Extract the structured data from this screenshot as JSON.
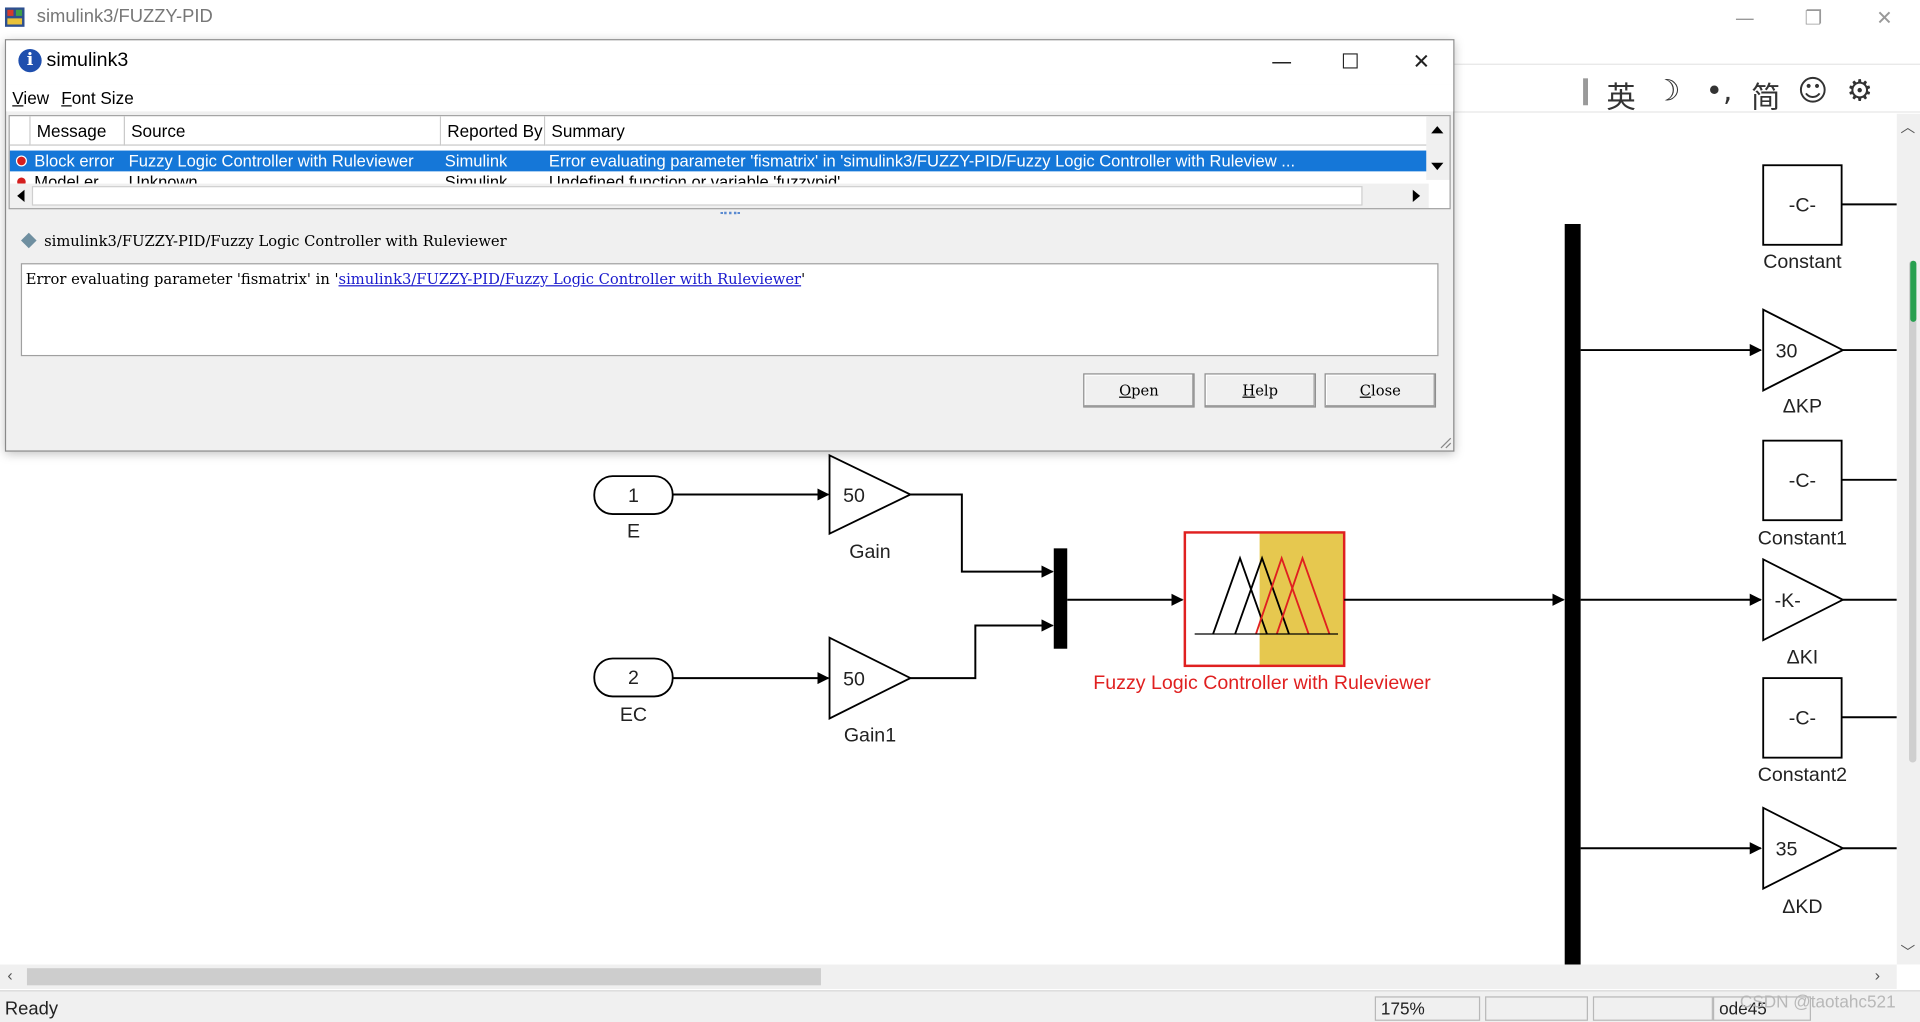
{
  "main_window": {
    "title": "simulink3/FUZZY-PID",
    "controls": {
      "minimize": "—",
      "restore": "❐",
      "close": "✕"
    },
    "ime_toolbar": [
      "英",
      "☽",
      "•,",
      "简",
      "☺",
      "⚙"
    ]
  },
  "dialog": {
    "title": "simulink3",
    "controls": {
      "minimize": "—",
      "maximize": "☐",
      "close": "✕"
    },
    "menu": {
      "view_first": "V",
      "view_rest": "iew",
      "font_first": "F",
      "font_rest": "ont Size"
    },
    "table": {
      "headers": [
        "Message",
        "Source",
        "Reported By",
        "Summary"
      ],
      "rows": [
        {
          "message": "Block error",
          "source": "Fuzzy Logic  Controller  with Ruleviewer",
          "reported_by": "Simulink",
          "summary": "Error evaluating parameter 'fismatrix' in 'simulink3/FUZZY-PID/Fuzzy Logic  Controller  with Ruleview ..."
        },
        {
          "message": "Model er...",
          "source": "Unknown",
          "reported_by": "Simulink",
          "summary": "Undefined function or variable 'fuzzypid'."
        }
      ]
    },
    "path": "simulink3/FUZZY-PID/Fuzzy Logic  Controller  with Ruleviewer",
    "detail": {
      "prefix": "Error evaluating parameter 'fismatrix' in '",
      "link": "simulink3/FUZZY-PID/Fuzzy Logic Controller with Ruleviewer",
      "suffix": "'"
    },
    "buttons": {
      "open_first": "O",
      "open_rest": "pen",
      "help_first": "H",
      "help_rest": "elp",
      "close_first": "C",
      "close_rest": "lose"
    }
  },
  "diagram": {
    "inports": [
      {
        "number": "1",
        "label": "E"
      },
      {
        "number": "2",
        "label": "EC"
      }
    ],
    "gains": [
      {
        "value": "50",
        "label": "Gain"
      },
      {
        "value": "50",
        "label": "Gain1"
      }
    ],
    "fuzzy_block": {
      "label": "Fuzzy Logic  Controller  with Ruleviewer",
      "highlight_color": "#e6c84f",
      "error_color": "#e02020"
    },
    "right_blocks": [
      {
        "value": "-C-",
        "label": "Constant",
        "kind": "constant"
      },
      {
        "value": "30",
        "label": "ΔKP",
        "kind": "gain"
      },
      {
        "value": "-C-",
        "label": "Constant1",
        "kind": "constant"
      },
      {
        "value": "-K-",
        "label": "ΔKI",
        "kind": "gain"
      },
      {
        "value": "-C-",
        "label": "Constant2",
        "kind": "constant"
      },
      {
        "value": "35",
        "label": "ΔKD",
        "kind": "gain"
      }
    ]
  },
  "status": {
    "ready": "Ready",
    "zoom": "175%",
    "solver": "ode45",
    "watermark": "CSDN @taotahc521"
  },
  "colors": {
    "selection": "#1577d8",
    "link": "#1a1acd",
    "error_dot": "#d41f1f"
  }
}
